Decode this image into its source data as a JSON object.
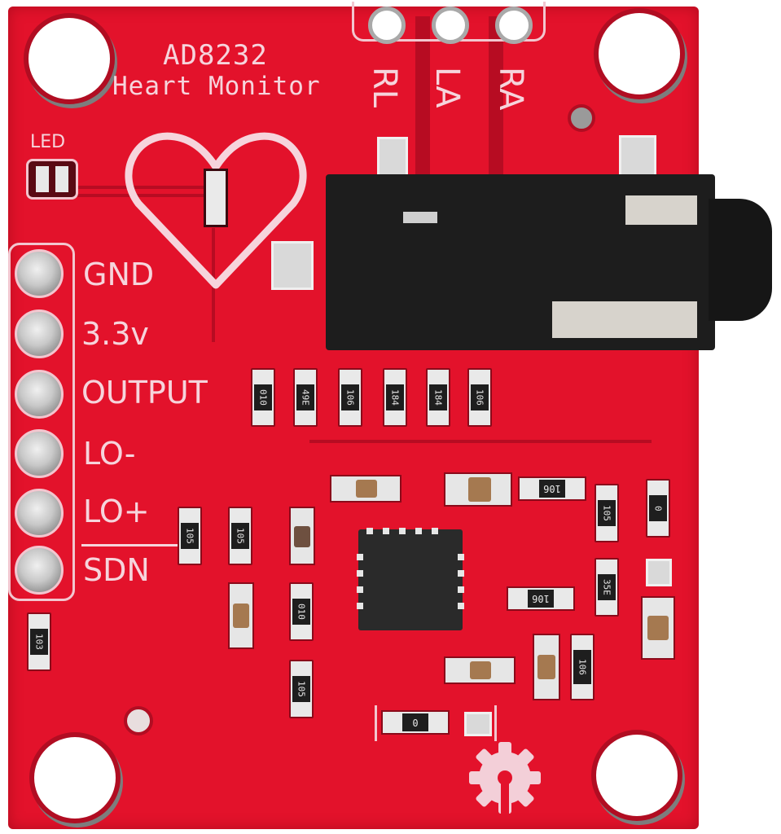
{
  "image": {
    "subject": "AD8232 heart monitor breakout board (red PCB) product photo",
    "background_color": "#ffffff",
    "board_color": "#e3122b",
    "silkscreen_color": "#f6d4dc"
  },
  "silkscreen": {
    "title_line1": "AD8232",
    "title_line2": "Heart Monitor",
    "led_label": "LED",
    "electrode_labels": [
      "RL",
      "LA",
      "RA"
    ]
  },
  "header_pins": [
    {
      "label": "GND"
    },
    {
      "label": "3.3v"
    },
    {
      "label": "OUTPUT"
    },
    {
      "label": "LO-"
    },
    {
      "label": "LO+"
    },
    {
      "label": "SDN"
    }
  ],
  "resistor_row_top": [
    "010",
    "49E",
    "106",
    "184",
    "184",
    "106"
  ],
  "resistors_left": [
    "105",
    "105",
    "010",
    "105"
  ],
  "resistors_right": [
    "106",
    "106",
    "105",
    "0",
    "35E",
    "106"
  ],
  "resistor_edge": "103",
  "resistor_bottom": "0",
  "components": {
    "ic": "AD8232 QFN chip",
    "audio_jack": "3.5mm audio jack",
    "logo": "open-source hardware gear logo"
  }
}
